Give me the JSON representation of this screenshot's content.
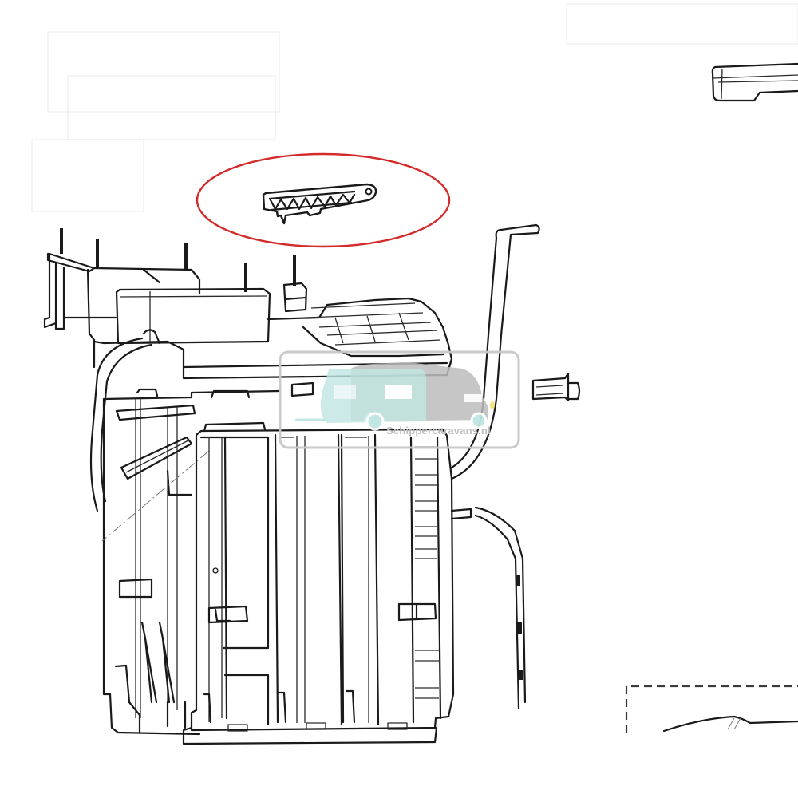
{
  "diagram": {
    "type": "exploded-parts-drawing",
    "subject": "caravan refrigerator housing assembly",
    "highlight": {
      "shape": "ellipse",
      "color": "#d42a2a",
      "target": "lattice bracket / lever arm part"
    },
    "parts": [
      {
        "id": "bracket",
        "label": "lattice bracket (highlighted)"
      },
      {
        "id": "main-housing",
        "label": "main housing assembly"
      },
      {
        "id": "top-cover",
        "label": "top cover with bolts"
      },
      {
        "id": "gas-tube",
        "label": "bent tube (upper)"
      },
      {
        "id": "lower-tube",
        "label": "bent tube (lower, perforated)"
      },
      {
        "id": "nozzle",
        "label": "small cylindrical nozzle"
      },
      {
        "id": "corner-piece",
        "label": "profile piece (top right, cropped)"
      },
      {
        "id": "dashed-detail",
        "label": "dashed detail frame (bottom right, cropped)"
      }
    ],
    "colors": {
      "line": "#1a1a1a",
      "highlight": "#d42a2a",
      "watermark_gray": "#bdbdbd",
      "watermark_teal": "#bfe6e2",
      "watermark_yellow": "#f2e27a"
    }
  },
  "watermark": {
    "text": "Schippercaravans.nl",
    "icon": "caravan-and-camper-icon"
  }
}
